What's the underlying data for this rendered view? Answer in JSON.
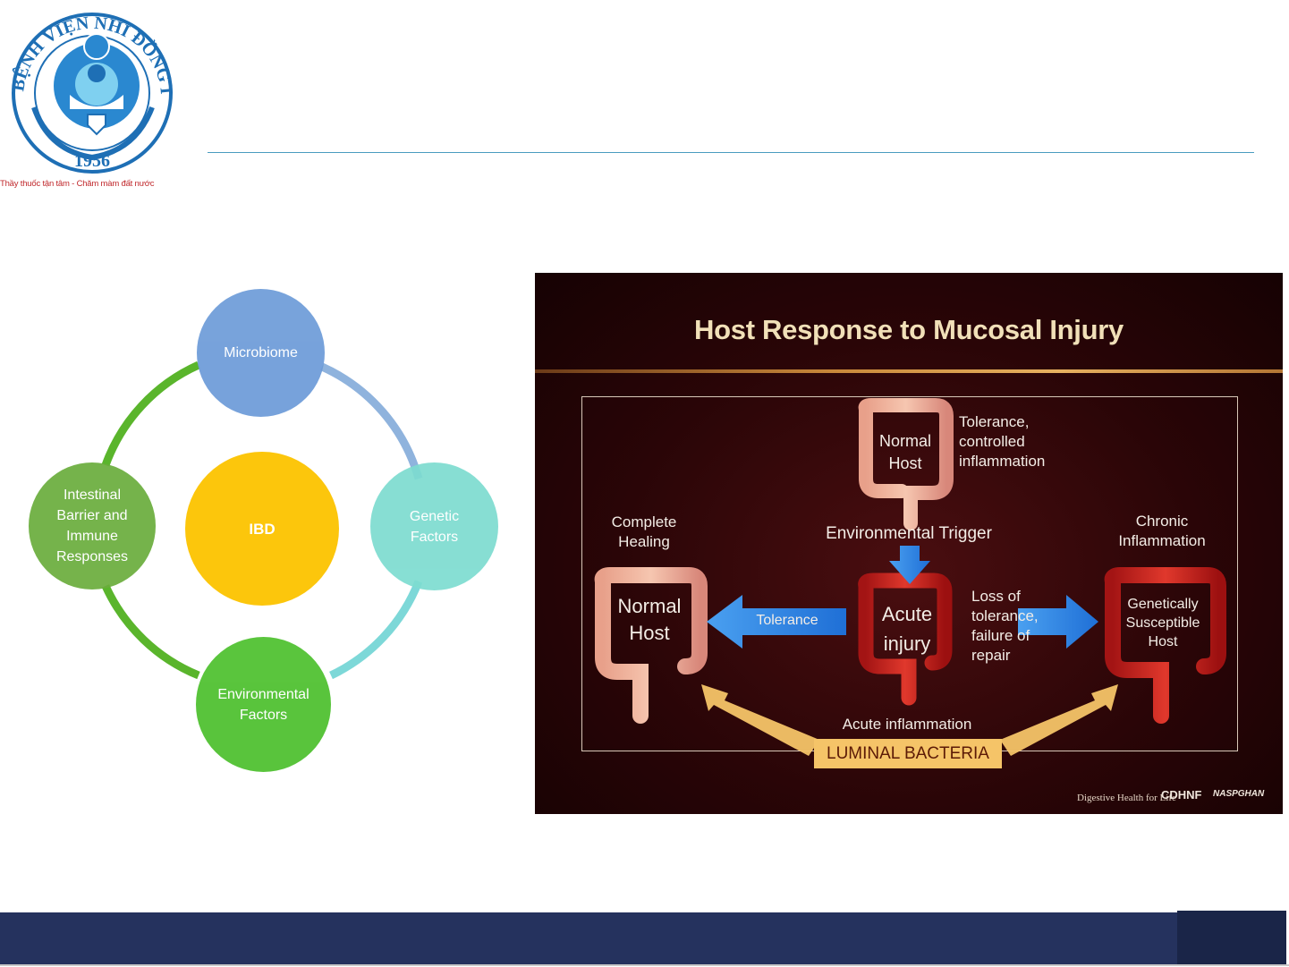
{
  "header": {
    "logo_text_top": "BỆNH VIỆN NHI ĐỒNG I",
    "logo_year": "1956",
    "tagline": "Thầy thuốc tận tâm - Chăm màm đất nước"
  },
  "cycle": {
    "center": "IBD",
    "nodes": {
      "top": "Microbiome",
      "right": [
        "Genetic",
        "Factors"
      ],
      "bottom": [
        "Environmental",
        "Factors"
      ],
      "left": [
        "Intestinal",
        "Barrier and",
        "Immune",
        "Responses"
      ]
    },
    "colors": {
      "microbiome": "#6c9bd8",
      "genetic": "#7ddcd0",
      "environmental": "#4cc02c",
      "intestinal": "#6aad3c",
      "ibd": "#fcc60c",
      "arc_top_right": "#8fb3dd",
      "arc_right_bottom": "#7dd8d8",
      "arc_left": "#5ab52c"
    }
  },
  "slide": {
    "title": "Host Response to Mucosal Injury",
    "top_colon": [
      "Normal",
      "Host"
    ],
    "tolerance_note": [
      "Tolerance,",
      "controlled",
      "inflammation"
    ],
    "env_trigger": "Environmental Trigger",
    "complete_healing": [
      "Complete",
      "Healing"
    ],
    "chronic_inflammation": [
      "Chronic",
      "Inflammation"
    ],
    "left_colon": [
      "Normal",
      "Host"
    ],
    "tolerance_arrow": "Tolerance",
    "center_colon": [
      "Acute",
      "injury"
    ],
    "loss_of": [
      "Loss of",
      "tolerance,",
      "failure of",
      "repair"
    ],
    "right_colon": [
      "Genetically",
      "Susceptible",
      "Host"
    ],
    "acute_inflammation": "Acute inflammation",
    "luminal_bacteria": "LUMINAL BACTERIA",
    "logos": [
      "Digestive Health for Life",
      "CDHNF",
      "NASPGHAN"
    ]
  },
  "footer": {}
}
